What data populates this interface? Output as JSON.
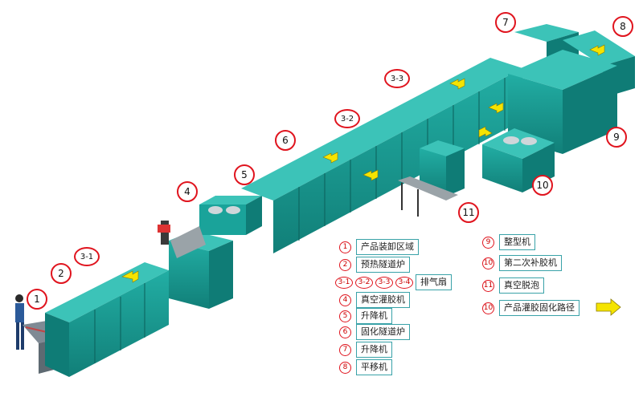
{
  "callouts": {
    "c1": "1",
    "c2": "2",
    "c3_1": "3-1",
    "c4": "4",
    "c5": "5",
    "c6": "6",
    "c3_2": "3-2",
    "c3_3": "3-3",
    "c7": "7",
    "c8": "8",
    "c9": "9",
    "c10": "10",
    "c11": "11"
  },
  "legend_left": [
    {
      "num": "1",
      "label": "产品装卸区域"
    },
    {
      "num": "2",
      "label": "预热隧道炉"
    },
    {
      "num": "4",
      "label": "真空灌胶机"
    },
    {
      "num": "5",
      "label": "升降机"
    },
    {
      "num": "6",
      "label": "固化隧道炉"
    },
    {
      "num": "7",
      "label": "升降机"
    },
    {
      "num": "8",
      "label": "平移机"
    }
  ],
  "legend_exhaust": {
    "nums": [
      "3-1",
      "3-2",
      "3-3",
      "3-4"
    ],
    "label": "排气扇"
  },
  "legend_right": [
    {
      "num": "9",
      "label": "整型机"
    },
    {
      "num": "10",
      "label": "第二次补胶机"
    },
    {
      "num": "11",
      "label": "真空脱泡"
    },
    {
      "num": "10",
      "label": "产品灌胶固化路径"
    }
  ],
  "colors": {
    "machine": "#1aa39a",
    "machine_dark": "#0f7c76",
    "machine_top": "#3cc3b8",
    "arrow": "#f5e400",
    "callout_border": "#e0141e",
    "legend_border": "#39a2a8"
  }
}
